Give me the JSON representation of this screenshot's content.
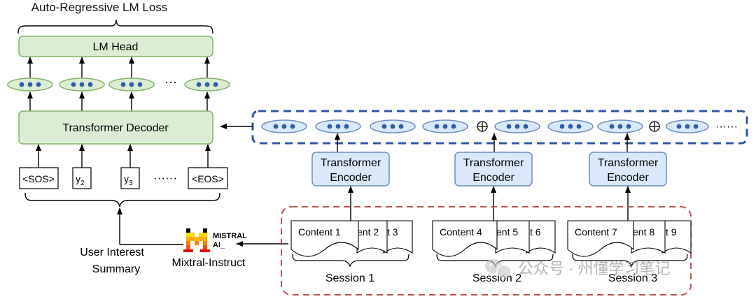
{
  "title": "Auto-Regressive LM Loss",
  "lm_head": "LM Head",
  "decoder": "Transformer Decoder",
  "tokens": {
    "sos": "<SOS>",
    "y2_base": "y",
    "y2_sub": "2",
    "y3_base": "y",
    "y3_sub": "3",
    "dots": "······",
    "eos": "<EOS>"
  },
  "embedding_ellipsis": "···",
  "sequence_ellipsis": "······",
  "encoder": {
    "line1": "Transformer",
    "line2": "Encoder"
  },
  "sessions": [
    {
      "label": "Session 1",
      "docs": [
        "Content 1",
        "ent 2",
        "t 3"
      ]
    },
    {
      "label": "Session 2",
      "docs": [
        "Content 4",
        "ent 5",
        "t 6"
      ]
    },
    {
      "label": "Session 3",
      "docs": [
        "Content 7",
        "ent 8",
        "t 9"
      ]
    }
  ],
  "summary": {
    "line1": "User Interest",
    "line2": "Summary"
  },
  "model": "Mixtral-Instruct",
  "logo": {
    "line1": "MISTRAL",
    "line2": "AI_"
  },
  "watermark": "公众号 · 州懂学习笔记",
  "colors": {
    "green_fill": "#dbeed3",
    "green_stroke": "#82b366",
    "blue_fill": "#dae8fc",
    "blue_stroke": "#6c8ebf",
    "dashed_blue": "#2f56a8",
    "dashed_red": "#b85450"
  }
}
